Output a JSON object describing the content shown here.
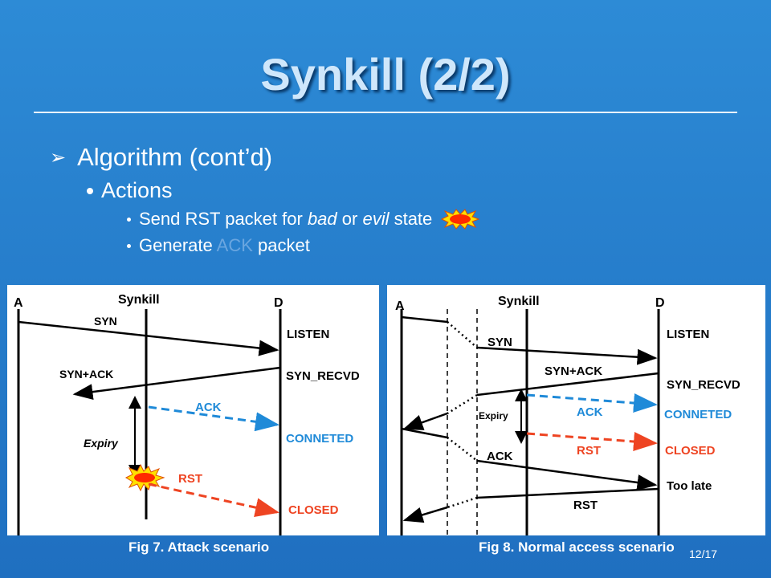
{
  "title": "Synkill (2/2)",
  "bullets": {
    "l1": "Algorithm (cont’d)",
    "l2": "Actions",
    "l3a_pre": "Send RST packet for ",
    "l3a_bad": "bad",
    "l3a_mid": " or ",
    "l3a_evil": "evil",
    "l3a_post": " state",
    "l3b_pre": "Generate ",
    "l3b_ack": "ACK",
    "l3b_post": " packet"
  },
  "fig7": {
    "col_a": "A",
    "col_synkill": "Synkill",
    "col_d": "D",
    "syn": "SYN",
    "listen": "LISTEN",
    "synack": "SYN+ACK",
    "syn_recvd": "SYN_RECVD",
    "ack": "ACK",
    "connected": "CONNETED",
    "expiry": "Expiry",
    "rst": "RST",
    "closed": "CLOSED",
    "caption": "Fig 7. Attack scenario"
  },
  "fig8": {
    "col_a": "A",
    "col_synkill": "Synkill",
    "col_d": "D",
    "syn": "SYN",
    "listen": "LISTEN",
    "synack": "SYN+ACK",
    "syn_recvd": "SYN_RECVD",
    "expiry": "Expiry",
    "ack_blue": "ACK",
    "connected": "CONNETED",
    "rst_red": "RST",
    "closed": "CLOSED",
    "ack": "ACK",
    "too_late": "Too late",
    "rst": "RST",
    "caption": "Fig 8. Normal access scenario"
  },
  "page_number": "12/17",
  "colors": {
    "blue_dash": "#1f8ad8",
    "red_dash": "#ee4422",
    "label_blue": "#1f8ad8",
    "label_red": "#ee4422"
  }
}
